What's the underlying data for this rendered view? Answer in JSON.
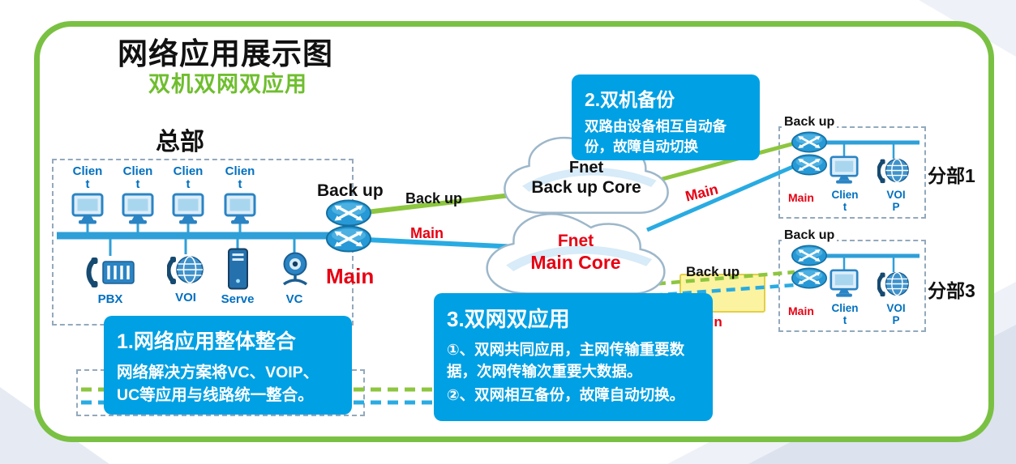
{
  "colors": {
    "frame_green": "#7ac143",
    "callout_blue": "#00a0e4",
    "line_blue": "#29abe2",
    "line_green": "#8dc63f",
    "label_red": "#e60012",
    "device_blue": "#0070c0"
  },
  "header": {
    "title": "网络应用展示图",
    "subtitle": "双机双网双应用"
  },
  "headquarters": {
    "label": "总部",
    "clients": [
      "Clien t",
      "Clien t",
      "Clien t",
      "Clien t"
    ],
    "devices": [
      {
        "id": "pbx",
        "label": "PBX"
      },
      {
        "id": "voip",
        "label": "VOI"
      },
      {
        "id": "server",
        "label": "Serve"
      },
      {
        "id": "vc",
        "label": "VC"
      }
    ],
    "router_backup_label": "Back up",
    "router_main_label": "Main"
  },
  "links": {
    "hq_backup": "Back up",
    "hq_main": "Main",
    "branch1_main": "Main",
    "branch3_backup": "Back up",
    "branch3_main": "Main"
  },
  "clouds": {
    "backup": {
      "name": "Fnet",
      "core": "Back up Core"
    },
    "main": {
      "name": "Fnet",
      "core": "Main Core"
    }
  },
  "branches": [
    {
      "label": "分部1",
      "backup": "Back up",
      "main": "Main",
      "client": "Clien t",
      "voip": "VOI P"
    },
    {
      "label": "分部3",
      "backup": "Back up",
      "main": "Main",
      "client": "Clien t",
      "voip": "VOI P"
    }
  ],
  "callouts": [
    {
      "title": "1.网络应用整体整合",
      "body": "网络解决方案将VC、VOIP、UC等应用与线路统一整合。"
    },
    {
      "title": "2.双机备份",
      "body": "双路由设备相互自动备份，故障自动切换"
    },
    {
      "title": "3.双网双应用",
      "body1": "①、双网共同应用，主网传输重要数据，次网传输次重要大数据。",
      "body2": "②、双网相互备份，故障自动切换。"
    }
  ]
}
